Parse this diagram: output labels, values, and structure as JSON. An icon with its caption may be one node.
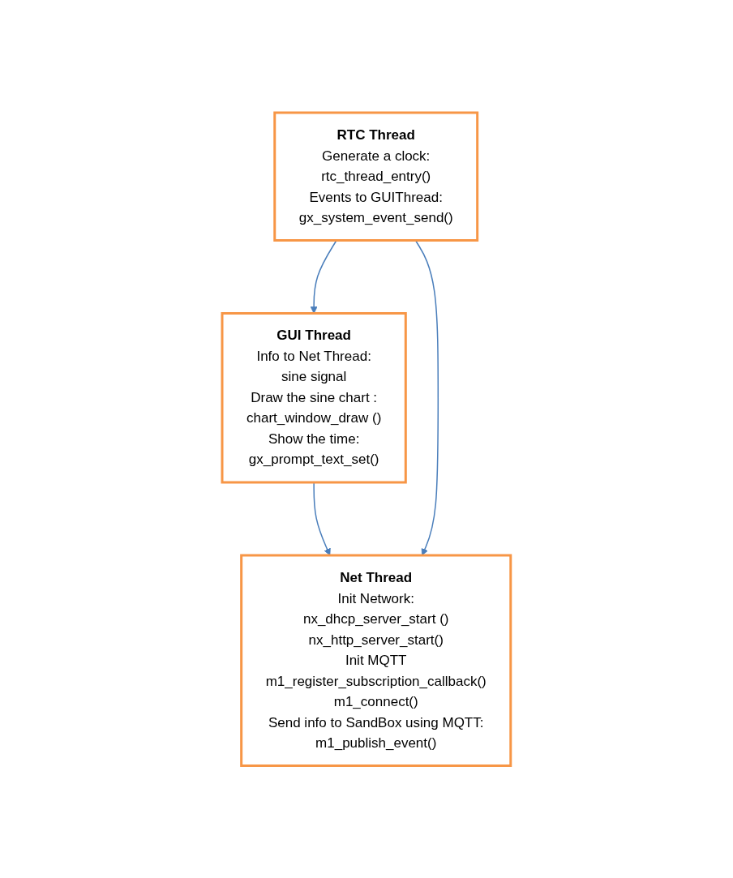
{
  "diagram": {
    "nodes": [
      {
        "text": [
          "GUI Thread",
          "Info to Net Thread:",
          "sine signal",
          "Draw the sine chart :",
          "chart_window_draw ()",
          "Show the time:",
          "gx_prompt_text_set()"
        ]
      },
      {
        "text": [
          "Net Thread",
          "Init Network:",
          "nx_dhcp_server_start ()",
          "nx_http_server_start()",
          "Init MQTT",
          "m1_register_subscription_callback()",
          "m1_connect()",
          "Send info to SandBox using MQTT:",
          "m1_publish_event()"
        ]
      },
      {
        "text": [
          "RTC Thread",
          "Generate a  clock:",
          "rtc_thread_entry()",
          "Events to GUIThread:",
          "gx_system_event_send()"
        ]
      }
    ],
    "edges": [
      {
        "from": 0,
        "to": 1,
        "arrow": "to"
      },
      {
        "from": 2,
        "to": 1,
        "arrow": "to"
      },
      {
        "from": 2,
        "to": 0,
        "arrow": "to"
      }
    ]
  }
}
